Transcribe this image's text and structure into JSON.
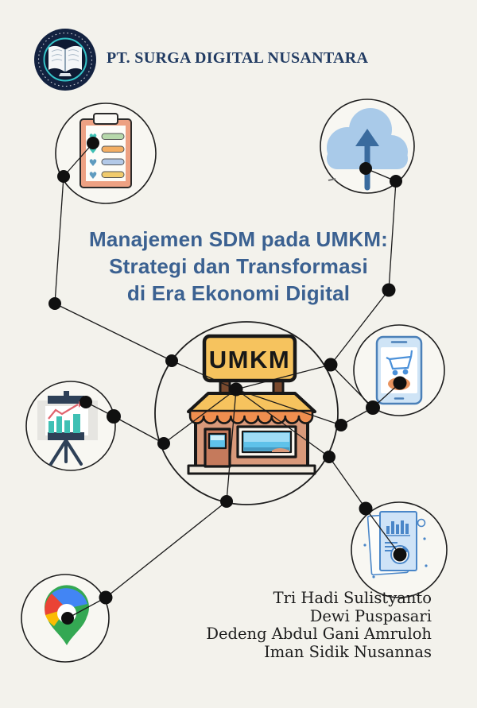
{
  "publisher": {
    "name": "PT. SURGA DIGITAL NUSANTARA"
  },
  "title": {
    "line1": "Manajemen SDM pada UMKM:",
    "line2": "Strategi dan Transformasi",
    "line3": "di Era Ekonomi Digital"
  },
  "storefront": {
    "sign_text": "UMKM"
  },
  "authors": [
    "Tri Hadi Sulistyanto",
    "Dewi Puspasari",
    "Dedeng Abdul Gani Amruloh",
    "Iman Sidik Nusannas"
  ],
  "icons": {
    "logo": "open-book-publisher-logo",
    "top_left": "checklist-clipboard-icon",
    "top_right": "cloud-upload-icon",
    "middle_left": "presentation-chart-icon",
    "middle_right": "mobile-shopping-cart-icon",
    "bottom_left": "maps-pin-icon",
    "bottom_right": "report-document-icon",
    "center": "umkm-storefront-icon"
  },
  "colors": {
    "background": "#f3f2ec",
    "title_text": "#3b6191",
    "publisher_text": "#223c63",
    "author_text": "#1c1c1c",
    "network_line": "#1a1a1a",
    "sign_yellow": "#f6c35e",
    "awning_orange": "#ef8e4f",
    "wall_brown": "#d9997a",
    "window_blue": "#5fc2ea",
    "cloud_blue": "#a9cae9",
    "chart_teal": "#3fc0b4",
    "logo_navy": "#132240",
    "logo_teal": "#35c3c8"
  }
}
